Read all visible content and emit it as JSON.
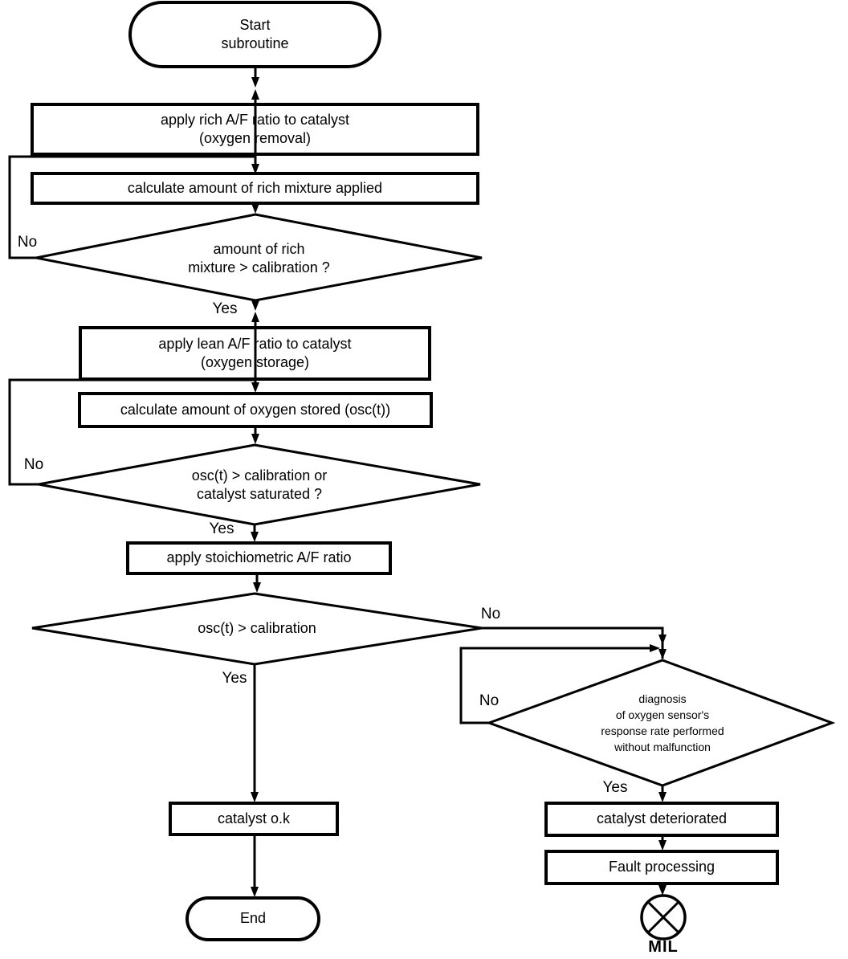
{
  "diagram": {
    "background": "#ffffff",
    "line_color": "#000000",
    "nodes": {
      "start": {
        "type": "terminator",
        "label": "Start\nsubroutine"
      },
      "apply_rich": {
        "type": "process",
        "label": "apply rich A/F ratio to catalyst\n(oxygen removal)"
      },
      "calc_rich": {
        "type": "process",
        "label": "calculate amount of rich mixture applied"
      },
      "rich_check": {
        "type": "decision",
        "label": "amount of rich\nmixture > calibration ?"
      },
      "apply_lean": {
        "type": "process",
        "label": "apply lean A/F ratio to catalyst\n(oxygen storage)"
      },
      "calc_osc": {
        "type": "process",
        "label": "calculate amount of oxygen stored (osc(t))"
      },
      "osc_check": {
        "type": "decision",
        "label": "osc(t) > calibration or\ncatalyst saturated ?"
      },
      "apply_stoich": {
        "type": "process",
        "label": "apply stoichiometric A/F ratio"
      },
      "final_check": {
        "type": "decision",
        "label": "osc(t) > calibration"
      },
      "sensor_check": {
        "type": "decision",
        "label": "diagnosis\nof oxygen sensor's\nresponse rate performed\nwithout malfunction"
      },
      "catalyst_ok": {
        "type": "process",
        "label": "catalyst o.k"
      },
      "end": {
        "type": "terminator",
        "label": "End"
      },
      "catalyst_deteriorated": {
        "type": "process",
        "label": "catalyst deteriorated"
      },
      "fault_processing": {
        "type": "process",
        "label": "Fault processing"
      },
      "mil": {
        "type": "indicator-lamp",
        "label": "MIL"
      }
    },
    "edge_labels": {
      "rich_check_no": "No",
      "rich_check_yes": "Yes",
      "osc_check_no": "No",
      "osc_check_yes": "Yes",
      "final_check_no": "No",
      "final_check_yes": "Yes",
      "sensor_check_no": "No",
      "sensor_check_yes": "Yes"
    }
  }
}
